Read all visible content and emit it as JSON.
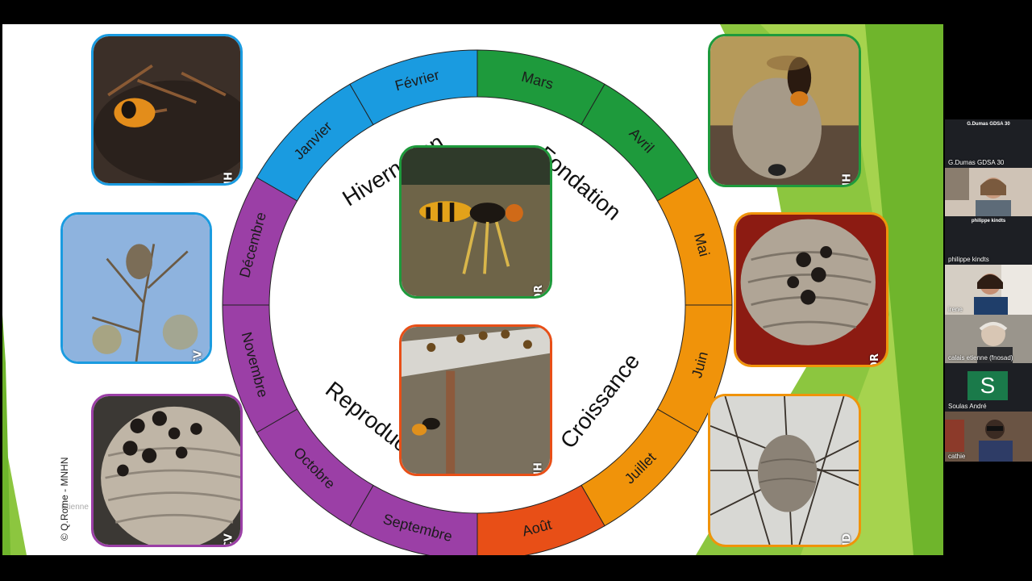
{
  "cycle": {
    "months": [
      {
        "label": "Janvier",
        "color": "#1a9be0"
      },
      {
        "label": "Février",
        "color": "#1a9be0"
      },
      {
        "label": "Mars",
        "color": "#1e9a3c"
      },
      {
        "label": "Avril",
        "color": "#1e9a3c"
      },
      {
        "label": "Mai",
        "color": "#f0930a"
      },
      {
        "label": "Juin",
        "color": "#f0930a"
      },
      {
        "label": "Juillet",
        "color": "#f0930a"
      },
      {
        "label": "Août",
        "color": "#e84f17"
      },
      {
        "label": "Septembre",
        "color": "#9b3fa6"
      },
      {
        "label": "Octobre",
        "color": "#9b3fa6"
      },
      {
        "label": "Novembre",
        "color": "#9b3fa6"
      },
      {
        "label": "Décembre",
        "color": "#9b3fa6"
      }
    ],
    "phases": [
      "Hivernation",
      "Fondation",
      "Croissance",
      "Reproduction"
    ]
  },
  "photos": {
    "credits": {
      "top_left": "©JH",
      "mid_left": "©CV",
      "bottom_left": "©CV",
      "top_right": "©JH",
      "mid_right": "©QR",
      "bottom_right": "©MD",
      "center_top": "©QR",
      "center_bottom": "©JH"
    },
    "side_credit": "© Q.Rome - MNHN",
    "ghost_text": "Etienne"
  },
  "participants": [
    {
      "name": "G.Dumas GDSA 30",
      "top_label": "G.Dumas GDSA 30"
    },
    {
      "name": "philippe kindts",
      "top_label": "philippe kindts"
    },
    {
      "name": "irene"
    },
    {
      "name": "calais etienne (fnosad)"
    },
    {
      "name": "Soulas André",
      "initial": "S"
    },
    {
      "name": "cathie"
    }
  ]
}
